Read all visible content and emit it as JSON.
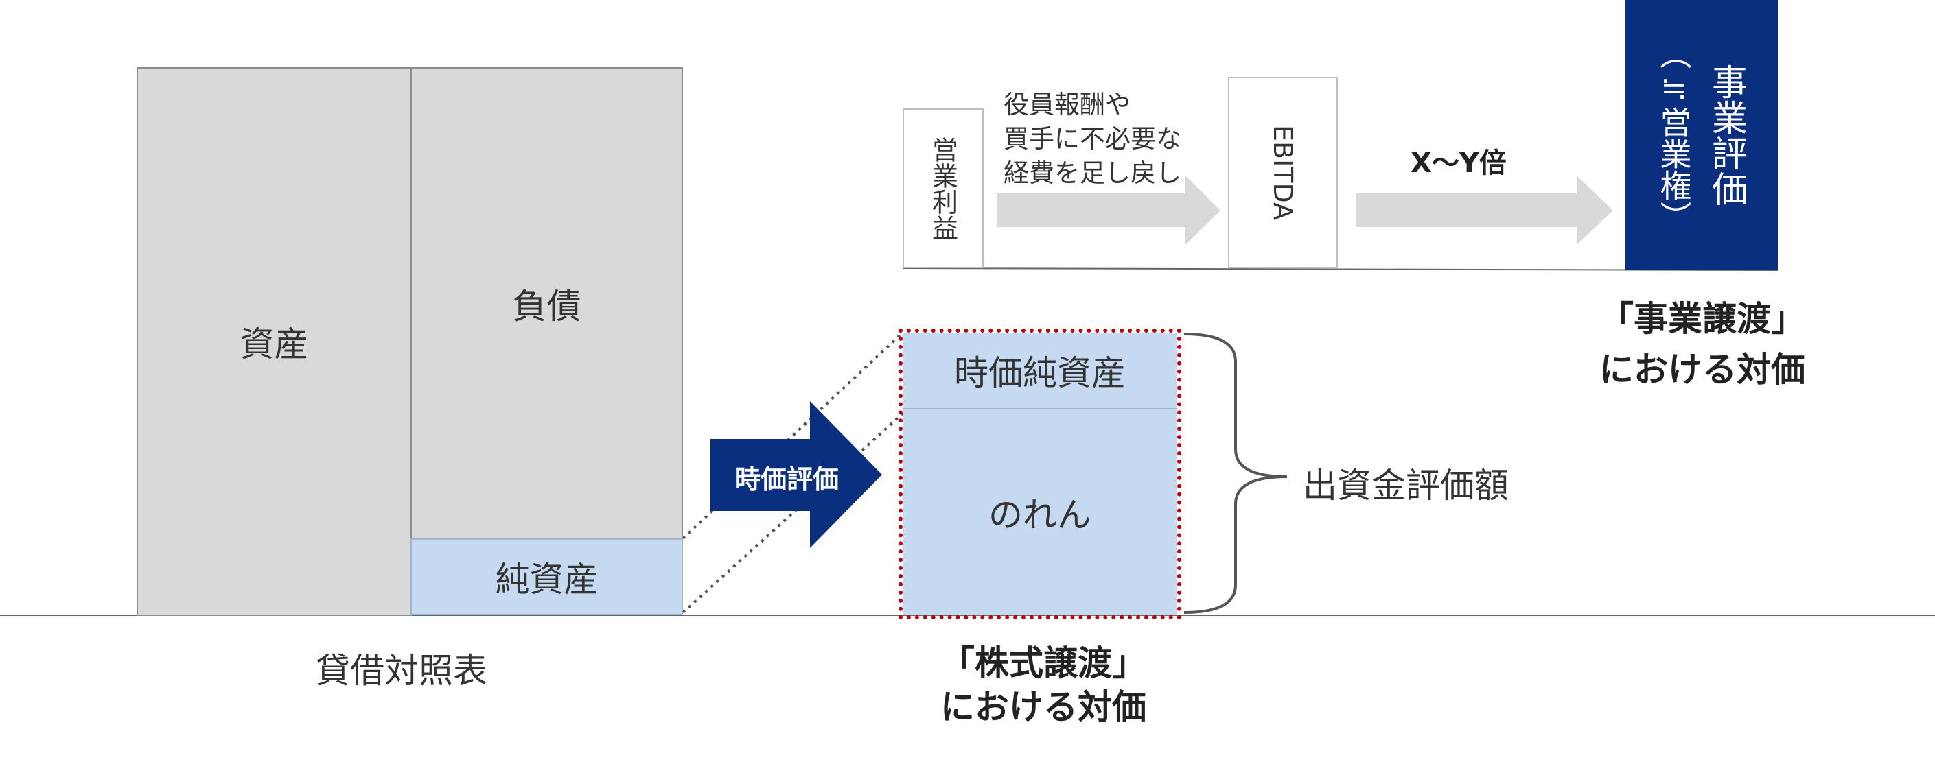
{
  "balance_sheet": {
    "assets": "資産",
    "liabilities": "負債",
    "net_assets": "純資産",
    "caption": "貸借対照表"
  },
  "valuation_arrow": {
    "label": "時価評価"
  },
  "equity_stack": {
    "market_net_assets": "時価純資産",
    "goodwill": "のれん",
    "brace_label": "出資金評価額",
    "caption_line1": "「株式譲渡」",
    "caption_line2": "における対価"
  },
  "business_flow": {
    "operating_profit": "営業利益",
    "adjustment_line1": "役員報酬や",
    "adjustment_line2": "買手に不必要な",
    "adjustment_line3": "経費を足し戻し",
    "ebitda": "EBITDA",
    "multiple": "X〜Y倍",
    "business_value_main": "事業評価",
    "business_value_sub": "（≒営業権）",
    "caption_line1": "「事業譲渡」",
    "caption_line2": "における対価"
  },
  "colors": {
    "navy": "#0b2f7f",
    "light_blue": "#c5d9f1",
    "gray": "#d9d9d9",
    "red_dotted": "#c00000"
  }
}
